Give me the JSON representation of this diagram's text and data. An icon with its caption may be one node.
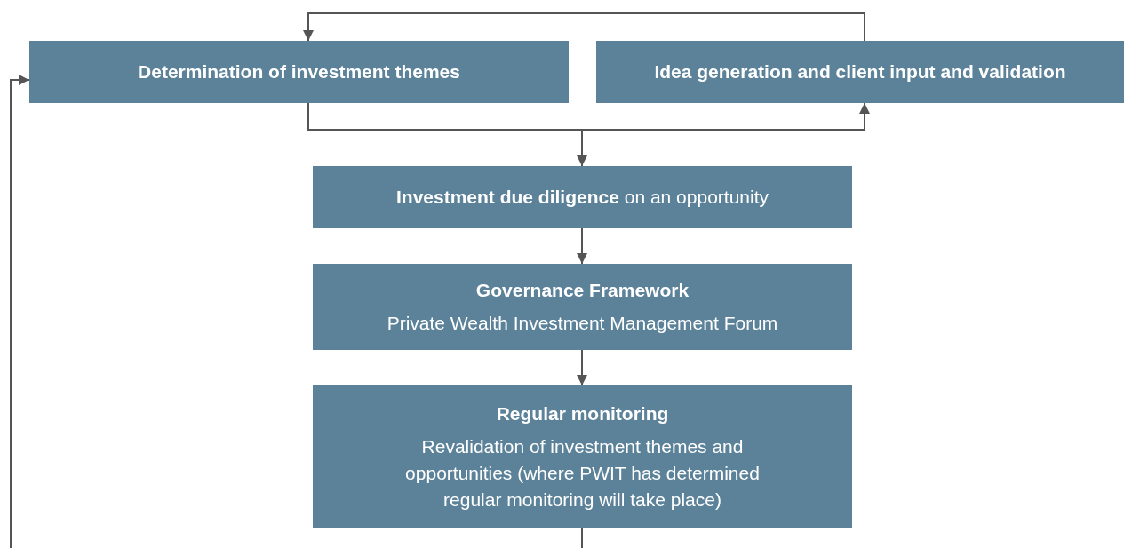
{
  "diagram": {
    "nodes": [
      {
        "text": [
          "Determination of investment themes"
        ]
      },
      {
        "text": [
          "Idea generation and client input and validation"
        ]
      },
      {
        "text": [
          "**Investment due diligence** on an opportunity"
        ]
      },
      {
        "text": [
          "Governance Framework",
          "Private Wealth Investment Management Forum"
        ]
      },
      {
        "text": [
          "Regular monitoring",
          "Revalidation of investment themes and opportunities (where PWIT has determined regular monitoring will take place)"
        ]
      }
    ],
    "edges": [
      {
        "from": 1,
        "to": 0,
        "arrow": "to"
      },
      {
        "from": 0,
        "to": 1,
        "arrow": "to"
      },
      {
        "from": 0,
        "to": 2,
        "arrow": "to"
      },
      {
        "from": 2,
        "to": 3,
        "arrow": "to"
      },
      {
        "from": 3,
        "to": 4,
        "arrow": "to"
      },
      {
        "from": 4,
        "to": null,
        "arrow": "none"
      },
      {
        "from": null,
        "to": 0,
        "arrow": "to"
      }
    ]
  }
}
